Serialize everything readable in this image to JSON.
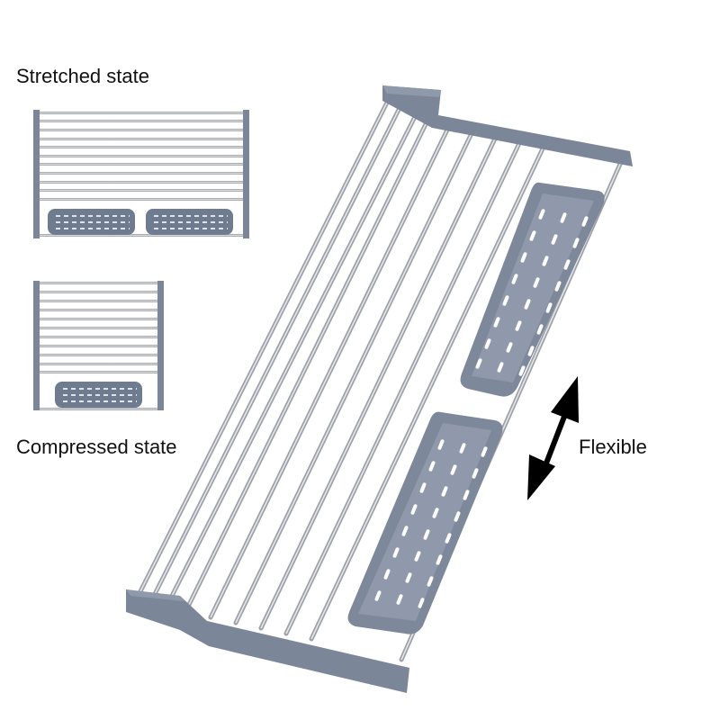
{
  "labels": {
    "stretched": "Stretched state",
    "compressed": "Compressed state",
    "flexible": "Flexible"
  },
  "colors": {
    "frame": "#7b8799",
    "frame_dark": "#66728a",
    "rod": "#a9adb2",
    "rod_highlight": "#e3e5e8",
    "tray": "#7d889b",
    "tray_inner": "#8f99ab",
    "arrow": "#000000"
  },
  "product": {
    "name": "roll-up dish drying rack",
    "rods_stretched": 12,
    "rods_compressed": 12,
    "trays_stretched": 2,
    "trays_compressed": 1
  }
}
